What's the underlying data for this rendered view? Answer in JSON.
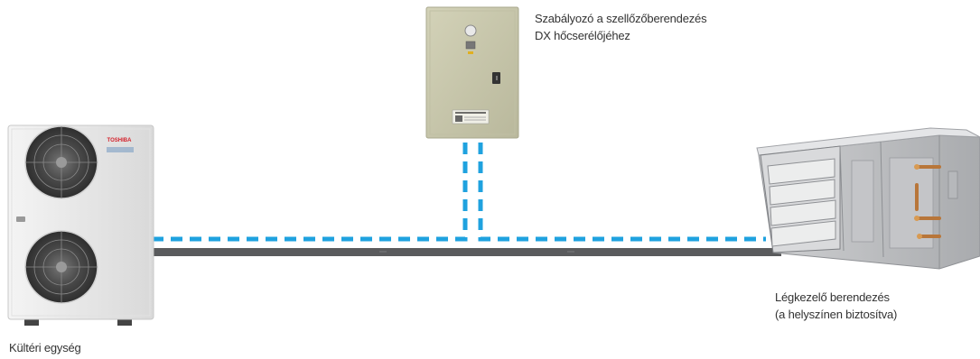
{
  "labels": {
    "controller": {
      "line1": "Szabályozó a szellőzőberendezés",
      "line2": "DX hőcserélőjéhez"
    },
    "air_handling_unit": {
      "line1": "Légkezelő berendezés",
      "line2": "(a helyszínen biztosítva)"
    },
    "outdoor_unit": {
      "line1": "Kültéri egység"
    }
  },
  "devices": {
    "outdoor_unit_brand": "TOSHIBA"
  },
  "colors": {
    "pipe": "#5a5b5d",
    "signal_line": "#1fa2df",
    "cabinet": "#c9c8ad",
    "unit_casing": "#eeeeee"
  }
}
